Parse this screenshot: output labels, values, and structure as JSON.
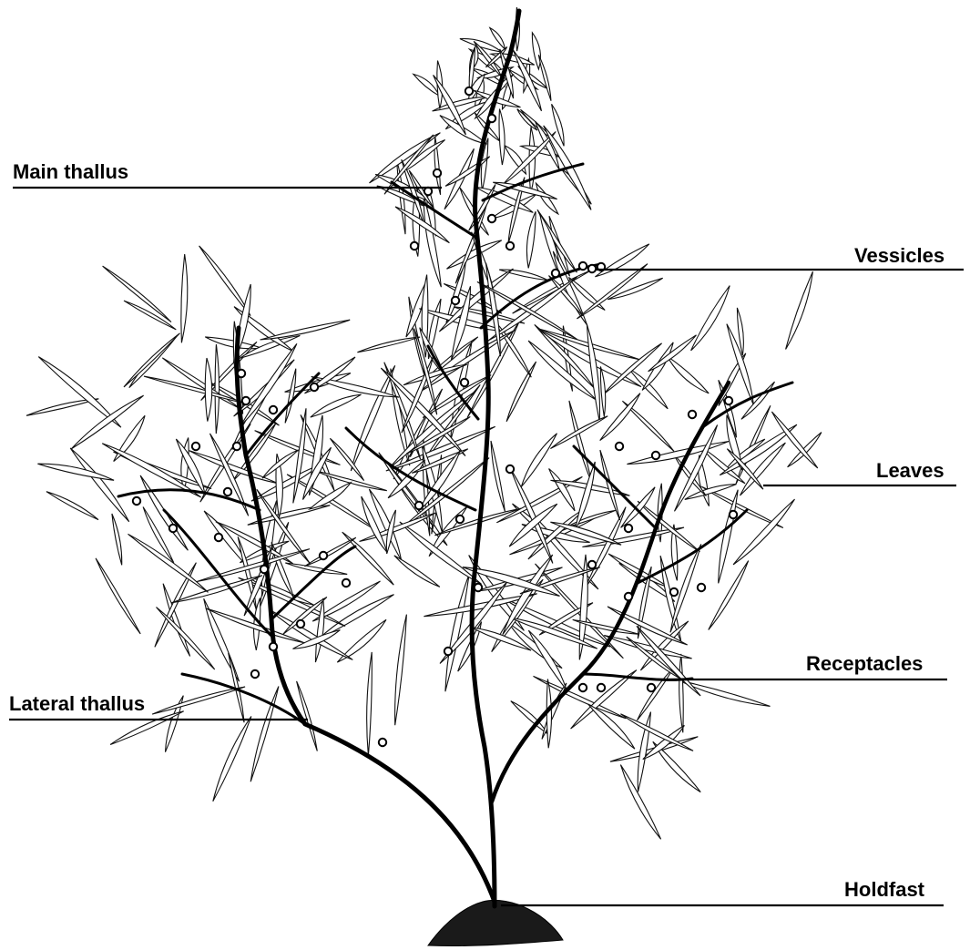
{
  "labels": {
    "main_thallus": "Main thallus",
    "vessicles": "Vessicles",
    "leaves": "Leaves",
    "receptacles": "Receptacles",
    "lateral_thallus": "Lateral thallus",
    "holdfast": "Holdfast"
  },
  "colors": {
    "ink": "#000000",
    "paper": "#ffffff"
  }
}
